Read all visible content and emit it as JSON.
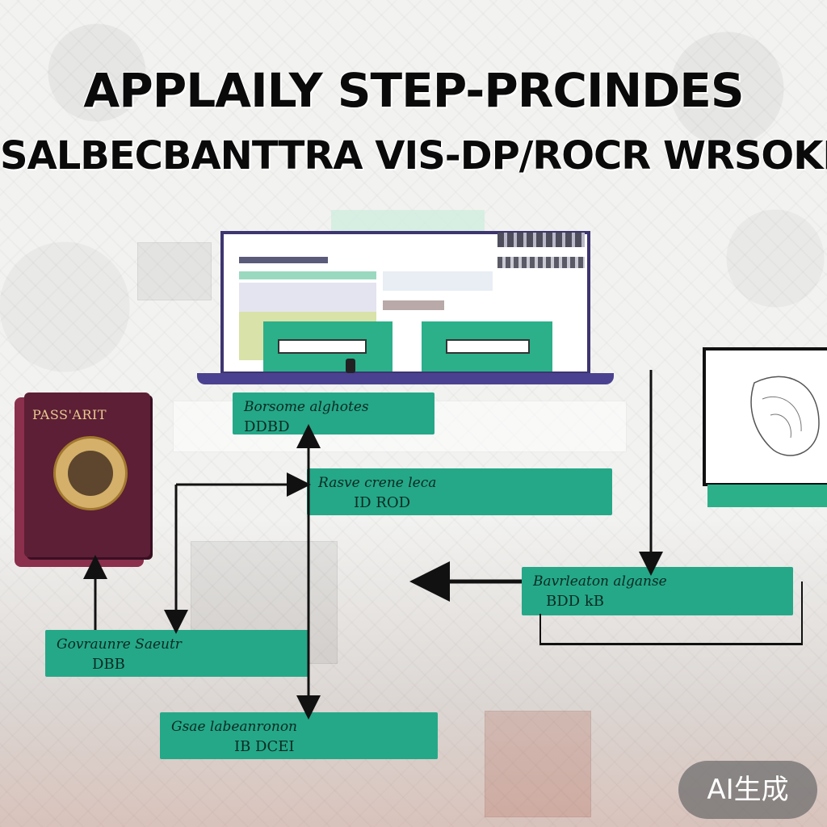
{
  "title": {
    "line1": "APPLAILY STEP-PRCINDES",
    "line2": "SALBECBANTTRA VIS-DP/ROCR WRSOKP"
  },
  "passport": {
    "label": "PASS'ARIT"
  },
  "steps": [
    {
      "label": "Borsome alghotes",
      "sub": "DDBD"
    },
    {
      "label": "Rasve crene leca",
      "sub": "ID   ROD"
    },
    {
      "label": "Bavrleaton alganse",
      "sub": "BDD   kB"
    },
    {
      "label": "Govraunre  Saeutr",
      "sub": "DBB"
    },
    {
      "label": "Gsae labeanronon",
      "sub": "IB   DCEI"
    }
  ],
  "badge": {
    "text": "AI生成"
  },
  "colors": {
    "step_green": "#25a888",
    "laptop_frame": "#3d3570",
    "passport": "#5c1f36"
  }
}
